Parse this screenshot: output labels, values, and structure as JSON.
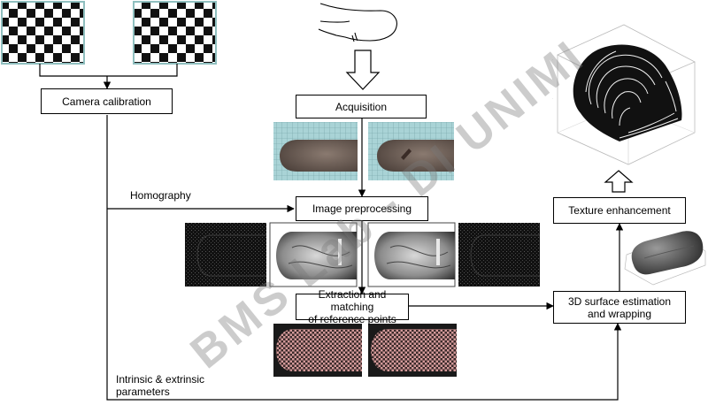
{
  "boxes": {
    "camera_calibration": "Camera calibration",
    "acquisition": "Acquisition",
    "image_preprocessing": "Image preprocessing",
    "extraction_line1": "Extraction and matching",
    "extraction_line2": "of reference points",
    "surface_line1": "3D surface estimation",
    "surface_line2": "and wrapping",
    "texture_enhancement": "Texture enhancement"
  },
  "labels": {
    "homography": "Homography",
    "intrinsic_line1": "Intrinsic & extrinsic",
    "intrinsic_line2": "parameters"
  },
  "watermark": "BMS Lab - DI UNIMI",
  "colors": {
    "line": "#000000",
    "checker_frame": "#8fbfbf",
    "acq_background": "#a9d3d6",
    "finger_skin": "#6e5f57",
    "dot_pattern": "#c98b8b"
  }
}
